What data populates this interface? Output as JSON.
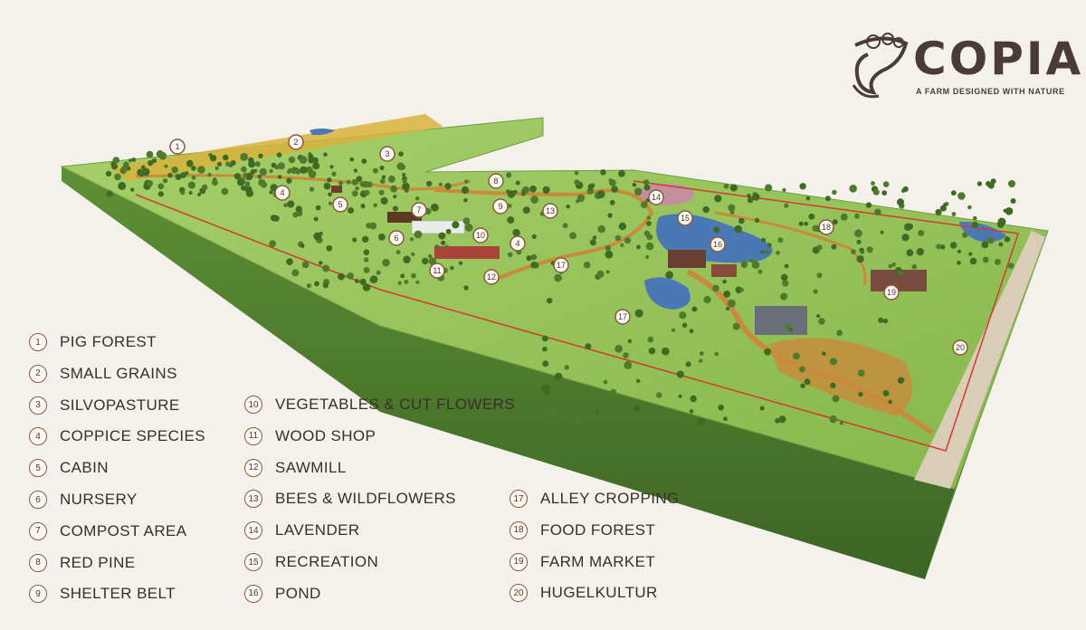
{
  "brand": {
    "name": "COPIA",
    "tagline": "A FARM DESIGNED WITH NATURE"
  },
  "colors": {
    "grass": "#8fbf52",
    "grass_dark": "#5e8a33",
    "soil_side": "#3f6b28",
    "tree": "#4f7a2c",
    "path": "#c98a3c",
    "water": "#4a78b5",
    "boundary": "#d23a2e",
    "grain": "#d8b23c",
    "road": "#d9cdb8",
    "lavender": "#c98aa6"
  },
  "legend": [
    {
      "number": "1",
      "label": "PIG FOREST"
    },
    {
      "number": "2",
      "label": "SMALL GRAINS"
    },
    {
      "number": "3",
      "label": "SILVOPASTURE"
    },
    {
      "number": "4",
      "label": "COPPICE SPECIES"
    },
    {
      "number": "5",
      "label": "CABIN"
    },
    {
      "number": "6",
      "label": "NURSERY"
    },
    {
      "number": "7",
      "label": "COMPOST AREA"
    },
    {
      "number": "8",
      "label": "RED PINE"
    },
    {
      "number": "9",
      "label": "SHELTER BELT"
    },
    {
      "number": "10",
      "label": "VEGETABLES & CUT FLOWERS"
    },
    {
      "number": "11",
      "label": "WOOD SHOP"
    },
    {
      "number": "12",
      "label": "SAWMILL"
    },
    {
      "number": "13",
      "label": "BEES & WILDFLOWERS"
    },
    {
      "number": "14",
      "label": "LAVENDER"
    },
    {
      "number": "15",
      "label": "RECREATION"
    },
    {
      "number": "16",
      "label": "POND"
    },
    {
      "number": "17",
      "label": "ALLEY CROPPING"
    },
    {
      "number": "18",
      "label": "FOOD FOREST"
    },
    {
      "number": "19",
      "label": "FARM MARKET"
    },
    {
      "number": "20",
      "label": "HUGELKULTUR"
    }
  ],
  "markers": [
    "1",
    "2",
    "3",
    "4",
    "5",
    "7",
    "6",
    "8",
    "9",
    "13",
    "10",
    "4",
    "11",
    "12",
    "14",
    "15",
    "16",
    "17",
    "17",
    "18",
    "19",
    "20"
  ]
}
